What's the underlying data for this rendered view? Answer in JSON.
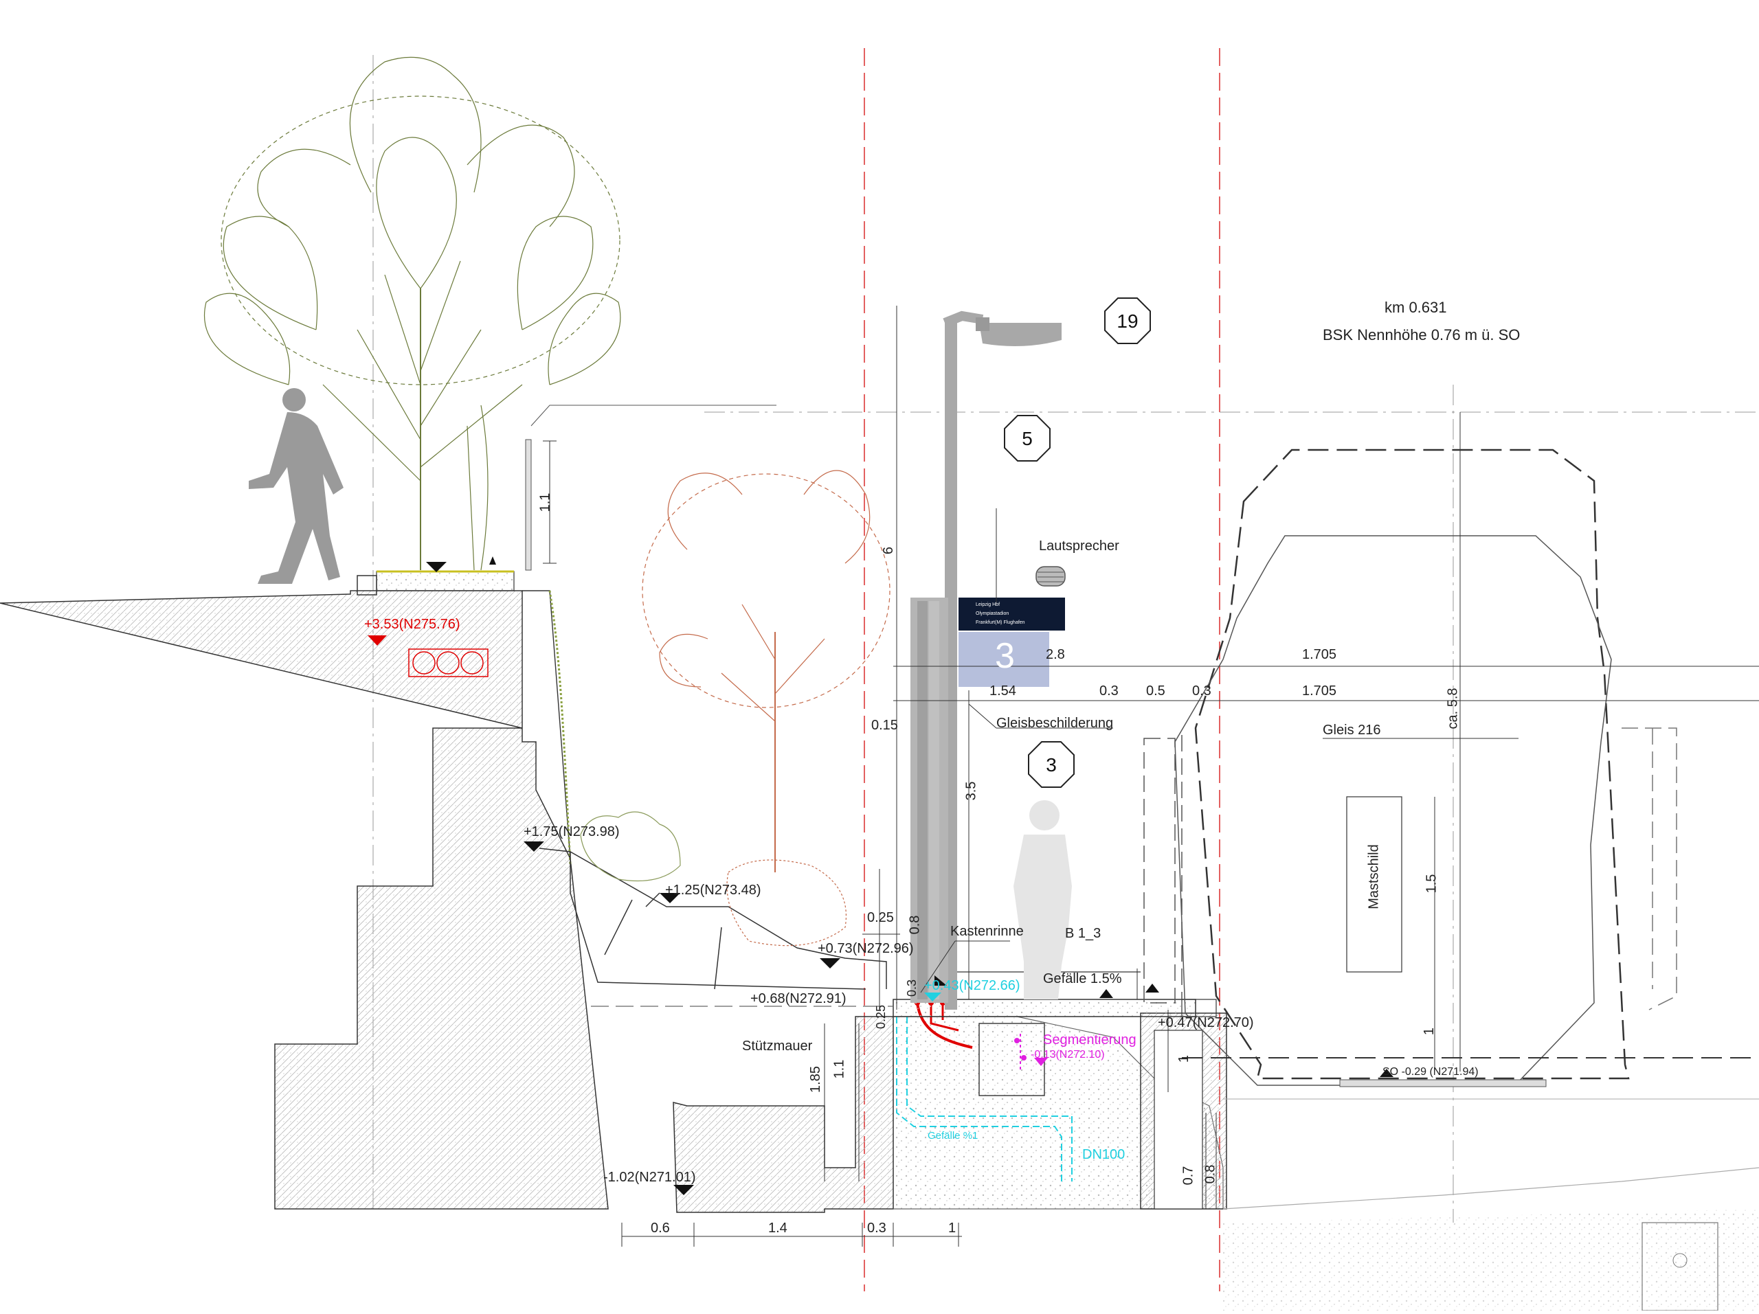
{
  "colors": {
    "ink": "#333333",
    "hatch": "#888888",
    "axis_red": "#e05050",
    "level_red": "#e00000",
    "cyan": "#20d0e0",
    "magenta": "#e020e0",
    "tree_green": "#6b7a3a",
    "tree_orange": "#c46a4a",
    "figure_grey": "#9a9a9a",
    "pole_grey": "#a8a8a8",
    "sign_dark": "#0e1a33",
    "sign_blue": "#a9b4d6"
  },
  "header": {
    "km": "km 0.631",
    "bsk": "BSK Nennhöhe 0.76 m ü. SO"
  },
  "markers": [
    {
      "key": "m19",
      "label": "19"
    },
    {
      "key": "m5",
      "label": "5"
    },
    {
      "key": "m3",
      "label": "3"
    }
  ],
  "labels": {
    "lautsprecher": "Lautsprecher",
    "gleisbeschilderung": "Gleisbeschilderung",
    "gleis": "Gleis 216",
    "mastschild": "Mastschild",
    "kastenrinne": "Kastenrinne",
    "b13": "B 1_3",
    "gefaelle": "Gefälle 1.5%",
    "stuetzmauer": "Stützmauer",
    "segmentierung": "Segmentierung",
    "dn100": "DN100",
    "gefaelle_pipe": "Gefälle %1",
    "platform_sign": "3",
    "display_rows": [
      "Leipzig Hbf",
      "Olympiastadion",
      "Frankfurt(M) Flughafen"
    ]
  },
  "levels": {
    "l353": "+3.53(N275.76)",
    "l175": "+1.75(N273.98)",
    "l125": "+1.25(N273.48)",
    "l073": "+0.73(N272.96)",
    "l068": "+0.68(N272.91)",
    "l043": "+0.43(N272.66)",
    "l047": "+0.47(N272.70)",
    "l013": "-0.13(N272.10)",
    "l102": "-1.02(N271.01)",
    "lso": "SO -0.29 (N271.94)"
  },
  "dims": {
    "d11_top": "1.1",
    "d6": "6",
    "d28": "2.8",
    "d1705a": "1.705",
    "d1705b": "1.705",
    "d154": "1.54",
    "d03a": "0.3",
    "d05": "0.5",
    "d03b": "0.3",
    "d015": "0.15",
    "d58": "ca. 5.8",
    "d35": "3.5",
    "d15": "1.5",
    "d1_right": "1",
    "d025a": "0.25",
    "d08": "0.8",
    "d03c": "0.3",
    "d025b": "0.25",
    "d185": "1.85",
    "d11_low": "1.1",
    "d1_chamber": "1",
    "d07": "0.7",
    "d08b": "0.8",
    "b06": "0.6",
    "b14": "1.4",
    "b03": "0.3",
    "b1": "1"
  }
}
